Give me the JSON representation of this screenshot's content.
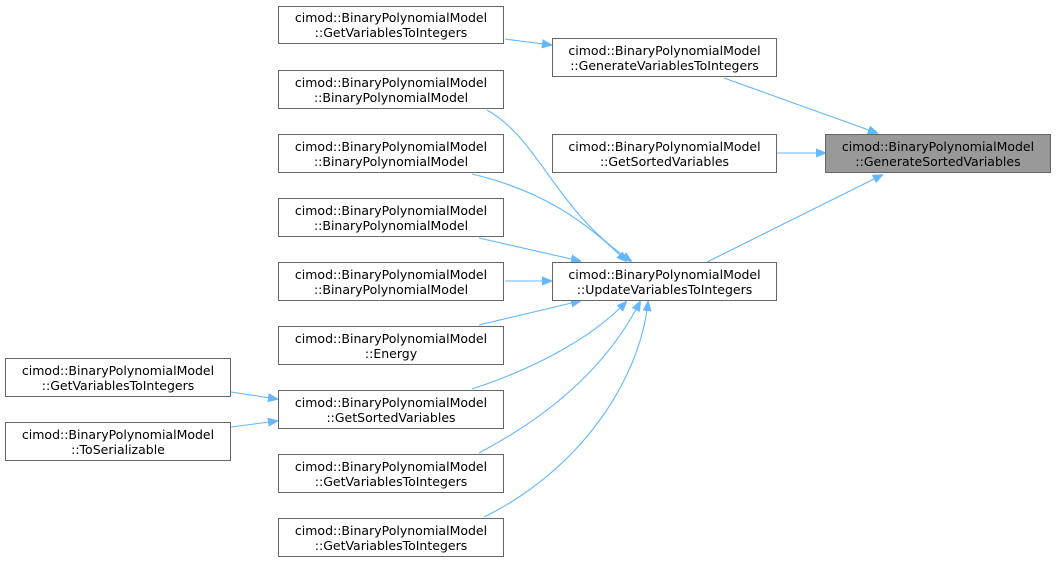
{
  "graph": {
    "edge_color": "#63b8ff",
    "highlight_fill": "#999999",
    "nodes": {
      "n_get_vti_top": {
        "line1": "cimod::BinaryPolynomialModel",
        "line2": "::GetVariablesToIntegers"
      },
      "n_gen_vti": {
        "line1": "cimod::BinaryPolynomialModel",
        "line2": "::GenerateVariablesToIntegers"
      },
      "n_ctor_1": {
        "line1": "cimod::BinaryPolynomialModel",
        "line2": "::BinaryPolynomialModel"
      },
      "n_ctor_2": {
        "line1": "cimod::BinaryPolynomialModel",
        "line2": "::BinaryPolynomialModel"
      },
      "n_ctor_3": {
        "line1": "cimod::BinaryPolynomialModel",
        "line2": "::BinaryPolynomialModel"
      },
      "n_ctor_4": {
        "line1": "cimod::BinaryPolynomialModel",
        "line2": "::BinaryPolynomialModel"
      },
      "n_energy": {
        "line1": "cimod::BinaryPolynomialModel",
        "line2": "::Energy"
      },
      "n_get_sorted_mid": {
        "line1": "cimod::BinaryPolynomialModel",
        "line2": "::GetSortedVariables"
      },
      "n_get_vti_2": {
        "line1": "cimod::BinaryPolynomialModel",
        "line2": "::GetVariablesToIntegers"
      },
      "n_get_vti_3": {
        "line1": "cimod::BinaryPolynomialModel",
        "line2": "::GetVariablesToIntegers"
      },
      "n_left_get_vti": {
        "line1": "cimod::BinaryPolynomialModel",
        "line2": "::GetVariablesToIntegers"
      },
      "n_left_to_ser": {
        "line1": "cimod::BinaryPolynomialModel",
        "line2": "::ToSerializable"
      },
      "n_get_sorted_top": {
        "line1": "cimod::BinaryPolynomialModel",
        "line2": "::GetSortedVariables"
      },
      "n_update_vti": {
        "line1": "cimod::BinaryPolynomialModel",
        "line2": "::UpdateVariablesToIntegers"
      },
      "n_target": {
        "line1": "cimod::BinaryPolynomialModel",
        "line2": "::GenerateSortedVariables"
      }
    }
  }
}
